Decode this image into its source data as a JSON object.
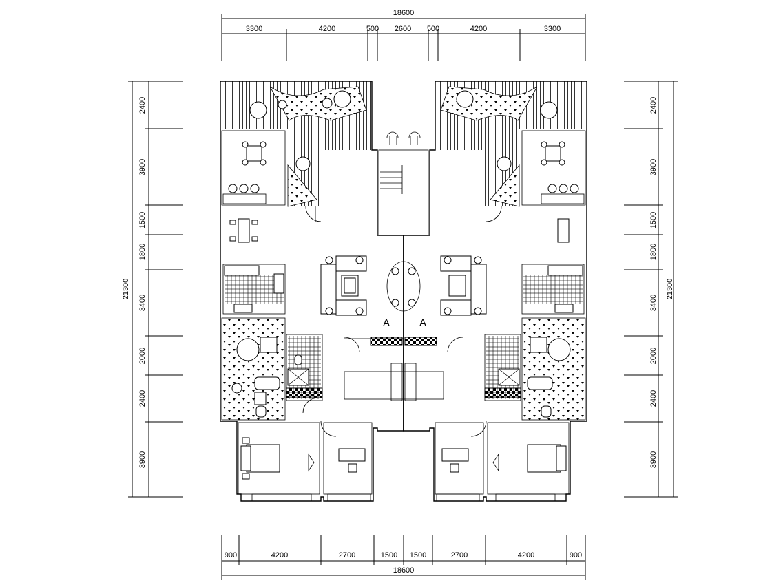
{
  "dimensions": {
    "top_total": "18600",
    "top_segments": [
      "3300",
      "4200",
      "500",
      "2600",
      "500",
      "4200",
      "3300"
    ],
    "bottom_total": "18600",
    "bottom_segments": [
      "900",
      "4200",
      "2700",
      "1500",
      "1500",
      "2700",
      "4200",
      "900"
    ],
    "left_total": "21300",
    "left_segments": [
      "2400",
      "3900",
      "1500",
      "1800",
      "3400",
      "2000",
      "2400",
      "3900"
    ],
    "right_total": "21300",
    "right_segments": [
      "2400",
      "3900",
      "1500",
      "1800",
      "3400",
      "2000",
      "2400",
      "3900"
    ]
  },
  "unit_labels": [
    "A",
    "A"
  ]
}
